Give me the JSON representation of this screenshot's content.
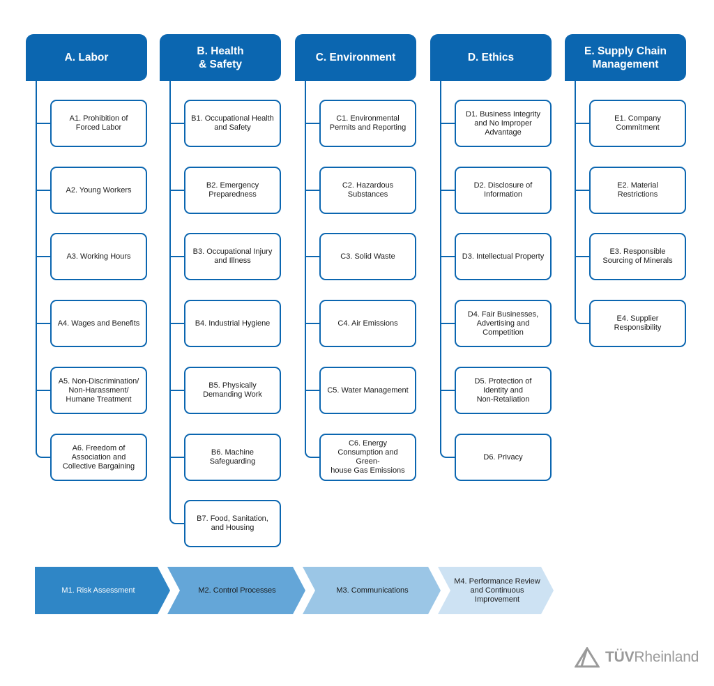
{
  "categories": [
    {
      "title": "A. Labor",
      "items": [
        "A1. Prohibition of\nForced Labor",
        "A2. Young Workers",
        "A3. Working Hours",
        "A4. Wages and Benefits",
        "A5. Non-Discrimination/\nNon-Harassment/\nHumane Treatment",
        "A6. Freedom of\nAssociation and\nCollective Bargaining"
      ]
    },
    {
      "title": "B. Health\n& Safety",
      "items": [
        "B1. Occupational Health\nand Safety",
        "B2. Emergency\nPreparedness",
        "B3. Occupational Injury\nand Illness",
        "B4. Industrial Hygiene",
        "B5. Physically\nDemanding Work",
        "B6. Machine\nSafeguarding",
        "B7. Food, Sanitation,\nand Housing"
      ]
    },
    {
      "title": "C. Environment",
      "items": [
        "C1. Environmental\nPermits and Reporting",
        "C2. Hazardous\nSubstances",
        "C3. Solid Waste",
        "C4. Air Emissions",
        "C5. Water Management",
        "C6. Energy\nConsumption and Green-\nhouse Gas Emissions"
      ]
    },
    {
      "title": "D. Ethics",
      "items": [
        "D1. Business Integrity\nand No Improper\nAdvantage",
        "D2. Disclosure of\nInformation",
        "D3. Intellectual Property",
        "D4. Fair Businesses,\nAdvertising and\nCompetition",
        "D5. Protection of\nIdentity and\nNon-Retaliation",
        "D6. Privacy"
      ]
    },
    {
      "title": "E. Supply Chain\nManagement",
      "items": [
        "E1. Company\nCommitment",
        "E2. Material\nRestrictions",
        "E3. Responsible\nSourcing of Minerals",
        "E4. Supplier\nResponsibility"
      ]
    }
  ],
  "processes": [
    {
      "label": "M1. Risk Assessment",
      "color": "#2f86c6",
      "text_color": "#ffffff"
    },
    {
      "label": "M2. Control Processes",
      "color": "#64a6d8",
      "text_color": "#1a1a1a"
    },
    {
      "label": "M3. Communications",
      "color": "#9bc6e6",
      "text_color": "#1a1a1a"
    },
    {
      "label": "M4. Performance Review\nand Continuous\nImprovement",
      "color": "#cde2f3",
      "text_color": "#1a1a1a"
    }
  ],
  "logo": {
    "bold": "TÜV",
    "rest": "Rheinland"
  },
  "colors": {
    "primary": "#0b66b0",
    "logo_gray": "#9a9a9a"
  }
}
